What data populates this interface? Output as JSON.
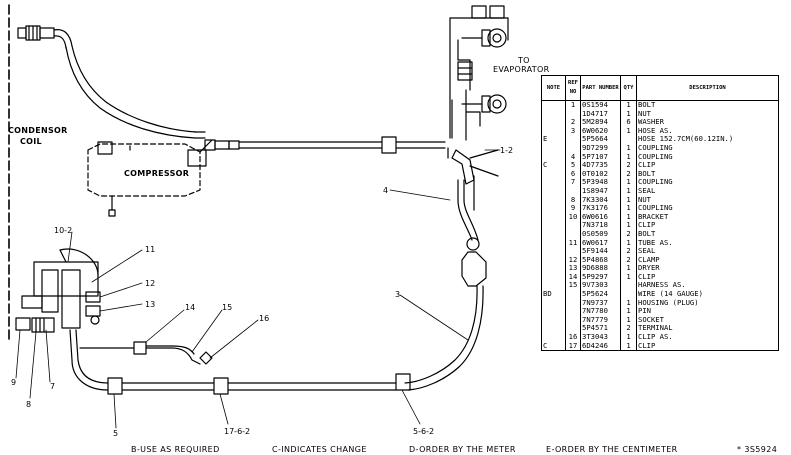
{
  "labels": {
    "condensor_line1": "CONDENSOR",
    "condensor_line2": "COIL",
    "to": "TO",
    "evaporator": "EVAPORATOR",
    "compressor": "COMPRESSOR"
  },
  "callouts": {
    "c1_2": "1-2",
    "c4": "4",
    "c10_2": "10-2",
    "c11": "11",
    "c12": "12",
    "c13": "13",
    "c14": "14",
    "c15": "15",
    "c16": "16",
    "c3": "3",
    "c9": "9",
    "c8": "8",
    "c7": "7",
    "c5": "5",
    "c17_6_2": "17-6-2",
    "c5_6_2": "5-6-2"
  },
  "footer": {
    "b": "B-USE AS REQUIRED",
    "c": "C-INDICATES CHANGE",
    "d": "D-ORDER BY THE METER",
    "e": "E-ORDER BY THE CENTIMETER",
    "ref": "* 3S5924"
  },
  "table": {
    "headers": [
      "NOTE",
      "REF NO",
      "PART NUMBER",
      "QTY",
      "DESCRIPTION"
    ],
    "rows": [
      [
        "",
        "1",
        "0S1594",
        "1",
        "BOLT"
      ],
      [
        "",
        "",
        "1D4717",
        "1",
        "NUT"
      ],
      [
        "",
        "2",
        "5M2894",
        "6",
        "WASHER"
      ],
      [
        "",
        "3",
        "6W0620",
        "1",
        "HOSE AS."
      ],
      [
        "E",
        "",
        "5P5664",
        "",
        "HOSE  152.7CM(60.12IN.)"
      ],
      [
        "",
        "",
        "9D7299",
        "1",
        "COUPLING"
      ],
      [
        "",
        "4",
        "5P7107",
        "1",
        "COUPLING"
      ],
      [
        "C",
        "5",
        "4D7735",
        "2",
        "CLIP"
      ],
      [
        "",
        "6",
        "0T0102",
        "2",
        "BOLT"
      ],
      [
        "",
        "7",
        "5P3948",
        "1",
        "COUPLING"
      ],
      [
        "",
        "",
        "1S8947",
        "1",
        "SEAL"
      ],
      [
        "",
        "8",
        "7K3304",
        "1",
        "NUT"
      ],
      [
        "",
        "9",
        "7K3176",
        "1",
        "COUPLING"
      ],
      [
        "",
        "10",
        "6W0616",
        "1",
        "BRACKET"
      ],
      [
        "",
        "",
        "7N3718",
        "1",
        "CLIP"
      ],
      [
        "",
        "",
        "0S0509",
        "2",
        "BOLT"
      ],
      [
        "",
        "11",
        "6W0617",
        "1",
        "TUBE AS."
      ],
      [
        "",
        "",
        "5F9144",
        "2",
        "SEAL"
      ],
      [
        "",
        "12",
        "5P4868",
        "2",
        "CLAMP"
      ],
      [
        "",
        "13",
        "9D6888",
        "1",
        "DRYER"
      ],
      [
        "",
        "14",
        "5P9297",
        "1",
        "CLIP"
      ],
      [
        "",
        "15",
        "9V7303",
        "",
        "HARNESS AS."
      ],
      [
        "BD",
        "",
        "5P5624",
        "",
        "WIRE (14 GAUGE)"
      ],
      [
        "",
        "",
        "7N9737",
        "1",
        "HOUSING (PLUG)"
      ],
      [
        "",
        "",
        "7N7780",
        "1",
        "PIN"
      ],
      [
        "",
        "",
        "7N7779",
        "1",
        "SOCKET"
      ],
      [
        "",
        "",
        "5P4571",
        "2",
        "TERMINAL"
      ],
      [
        "",
        "16",
        "3T3043",
        "1",
        "CLIP AS."
      ],
      [
        "C",
        "17",
        "6D4246",
        "1",
        "CLIP"
      ]
    ]
  }
}
